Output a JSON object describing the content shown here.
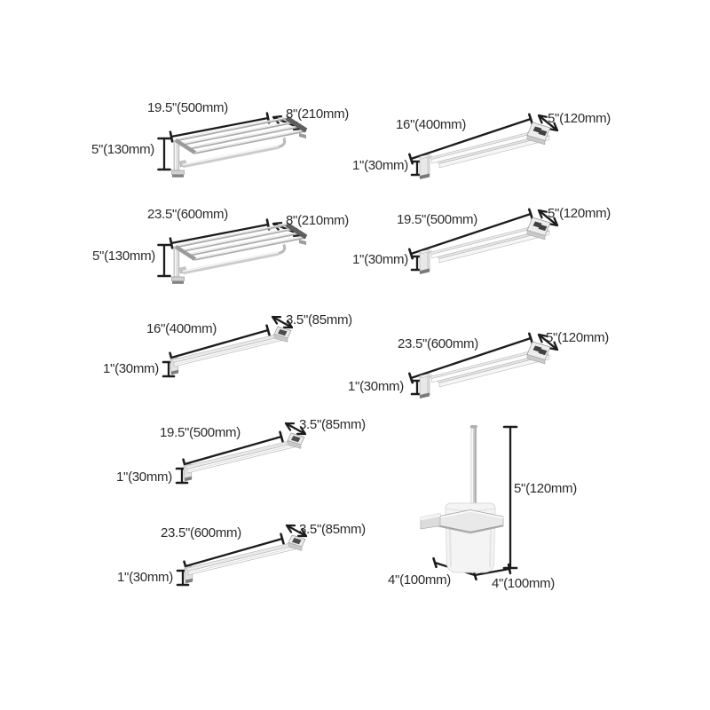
{
  "meta": {
    "description": "Bathroom hardware dimension diagram sheet",
    "background": "#ffffff"
  },
  "colors": {
    "dim": "#1c1c1c",
    "text": "#2b2b2b",
    "chrome-light": "#f5f5f5",
    "chrome-mid": "#d9d9d9",
    "chrome-dark": "#5e5e5e"
  },
  "items": [
    {
      "id": "towel-rack-500",
      "kind": "towel-rack-shelf",
      "width": "19.5\"(500mm)",
      "depth": "8\"(210mm)",
      "height": "5\"(130mm)"
    },
    {
      "id": "towel-rack-600",
      "kind": "towel-rack-shelf",
      "width": "23.5\"(600mm)",
      "depth": "8\"(210mm)",
      "height": "5\"(130mm)"
    },
    {
      "id": "towel-bar-400",
      "kind": "single-towel-bar",
      "width": "16\"(400mm)",
      "depth": "3.5\"(85mm)",
      "height": "1\"(30mm)"
    },
    {
      "id": "towel-bar-500",
      "kind": "single-towel-bar",
      "width": "19.5\"(500mm)",
      "depth": "3.5\"(85mm)",
      "height": "1\"(30mm)"
    },
    {
      "id": "towel-bar-600",
      "kind": "single-towel-bar",
      "width": "23.5\"(600mm)",
      "depth": "3.5\"(85mm)",
      "height": "1\"(30mm)"
    },
    {
      "id": "double-towel-bar-400",
      "kind": "double-towel-bar",
      "width": "16\"(400mm)",
      "depth": "5\"(120mm)",
      "height": "1\"(30mm)"
    },
    {
      "id": "double-towel-bar-500",
      "kind": "double-towel-bar",
      "width": "19.5\"(500mm)",
      "depth": "5\"(120mm)",
      "height": "1\"(30mm)"
    },
    {
      "id": "double-towel-bar-600",
      "kind": "double-towel-bar",
      "width": "23.5\"(600mm)",
      "depth": "5\"(120mm)",
      "height": "1\"(30mm)"
    },
    {
      "id": "toilet-brush-holder",
      "kind": "toilet-brush-holder",
      "width": "4\"(100mm)",
      "depth": "4\"(100mm)",
      "height": "5\"(120mm)"
    }
  ]
}
